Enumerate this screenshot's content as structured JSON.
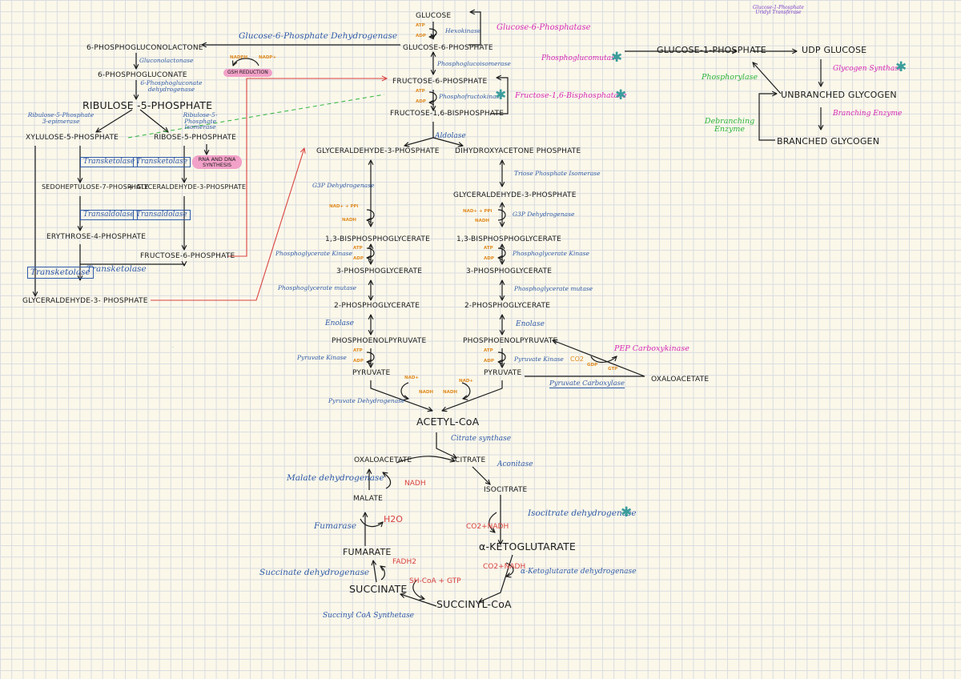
{
  "glycogen": {
    "glucose": "GLUCOSE",
    "g6p": "GLUCOSE-6-PHOSPHATE",
    "g1p": "GLUCOSE-1-PHOSPHATE",
    "udpg": "UDP GLUCOSE",
    "unbranched": "UNBRANCHED GLYCOGEN",
    "branched": "BRANCHED GLYCOGEN",
    "g6pase": "Glucose-6-Phosphatase",
    "hexokinase": "Hexokinase",
    "pgm": "Phosphoglucomutase",
    "g1p_ut": "Glucose-1-Phosphate Uridyl Transferase",
    "gsyn": "Glycogen Synthase",
    "branching": "Branching Enzyme",
    "phosphorylase": "Phosphorylase",
    "debranch": "Debranching Enzyme"
  },
  "ppp": {
    "pgl": "6-PHOSPHOGLUCONOLACTONE",
    "pgluc": "6-PHOSPHOGLUCONATE",
    "ru5p": "RIBULOSE -5-PHOSPHATE",
    "xu5p": "XYLULOSE-5-PHOSPHATE",
    "r5p": "RIBOSE-5-PHOSPHATE",
    "rna": "RNA AND DNA SYNTHESIS",
    "s7p": "SEDOHEPTULOSE-7-PHOSPHATE",
    "plus": "+",
    "gap": "GLYCERALDEHYDE-3-PHOSPHATE",
    "e4p": "ERYTHROSE-4-PHOSPHATE",
    "f6p": "FRUCTOSE-6-PHOSPHATE",
    "gap2": "GLYCERALDEHYDE-3- PHOSPHATE",
    "g6pdh": "Glucose-6-Phosphate Dehydrogenase",
    "gluconolactonase": "Gluconolactonase",
    "pgdh": "6-Phosphogluconate dehydrogenase",
    "epim": "Ribulose-5-Phosphate 3-epimerase",
    "isom": "Ribulose-5-Phosphate Isomerase",
    "tk": "Transketolase",
    "ta": "Transaldolase",
    "nadph": "NADPH",
    "nadp": "NADP+",
    "gsh": "GSH REDUCTION"
  },
  "glycolysis": {
    "f6p": "FRUCTOSE-6-PHOSPHATE",
    "f16bp": "FRUCTOSE-1,6-BISPHOSPHATE",
    "gap": "GLYCERALDEHYDE-3-PHOSPHATE",
    "dhap": "DIHYDROXYACETONE PHOSPHATE",
    "gap_r": "GLYCERALDEHYDE-3-PHOSPHATE",
    "bpg": "1,3-BISPHOSPHOGLYCERATE",
    "pg3": "3-PHOSPHOGLYCERATE",
    "pg2": "2-PHOSPHOGLYCERATE",
    "pep": "PHOSPHOENOLPYRUVATE",
    "pyr": "PYRUVATE",
    "pgi": "Phosphoglucoisomerase",
    "pfk": "Phosphofructokinase",
    "f16bpase": "Fructose-1,6-Bisphosphatase",
    "aldolase": "Aldolase",
    "tpi": "Triose Phosphate Isomerase",
    "g3pdh": "G3P Dehydrogenase",
    "pgk": "Phosphoglycerate Kinase",
    "pgmut": "Phosphoglycerate mutase",
    "enolase": "Enolase",
    "pk": "Pyruvate Kinase",
    "pdh": "Pyruvate Dehydrogenase",
    "oaa": "OXALOACETATE",
    "pepck": "PEP Carboxykinase",
    "pc": "Pyruvate Carboxylase",
    "co2": "CO2",
    "gdp": "GDP",
    "gtp": "GTP",
    "atp": "ATP",
    "adp": "ADP",
    "nadppi": "NAD+ + PPi",
    "nadh": "NADH",
    "nad": "NAD+"
  },
  "tca": {
    "acoa": "ACETYL-CoA",
    "citrate": "CITRATE",
    "isocitrate": "ISOCITRATE",
    "akg": "α-KETOGLUTARATE",
    "succoa": "SUCCINYL-CoA",
    "succinate": "SUCCINATE",
    "fumarate": "FUMARATE",
    "malate": "MALATE",
    "oaa": "OXALOACETATE",
    "cs": "Citrate synthase",
    "aconitase": "Aconitase",
    "idh": "Isocitrate dehydrogenase",
    "akgdh": "α-Ketoglutarate dehydrogenase",
    "scs": "Succinyl CoA Synthetase",
    "sdh": "Succinate dehydrogenase",
    "fumarase": "Fumarase",
    "mdh": "Malate dehydrogenase",
    "nadh": "NADH",
    "co2nadh": "CO2+NADH",
    "co2nadh2": "CO2+NADH",
    "shcoa": "SH-CoA + GTP",
    "fadh": "FADH2",
    "h2o": "H2O"
  },
  "marks": {
    "star": "✱"
  },
  "colors": {
    "enzyme": "#2f5aa8",
    "regulation": "#d629b5",
    "cofactor": "#e08a1e",
    "product": "#d9423f",
    "glycogenolysis": "#2bb33a",
    "highlight": "#f2a1c8",
    "grid": "#d9dbe0",
    "paper": "#fbf8ea"
  }
}
